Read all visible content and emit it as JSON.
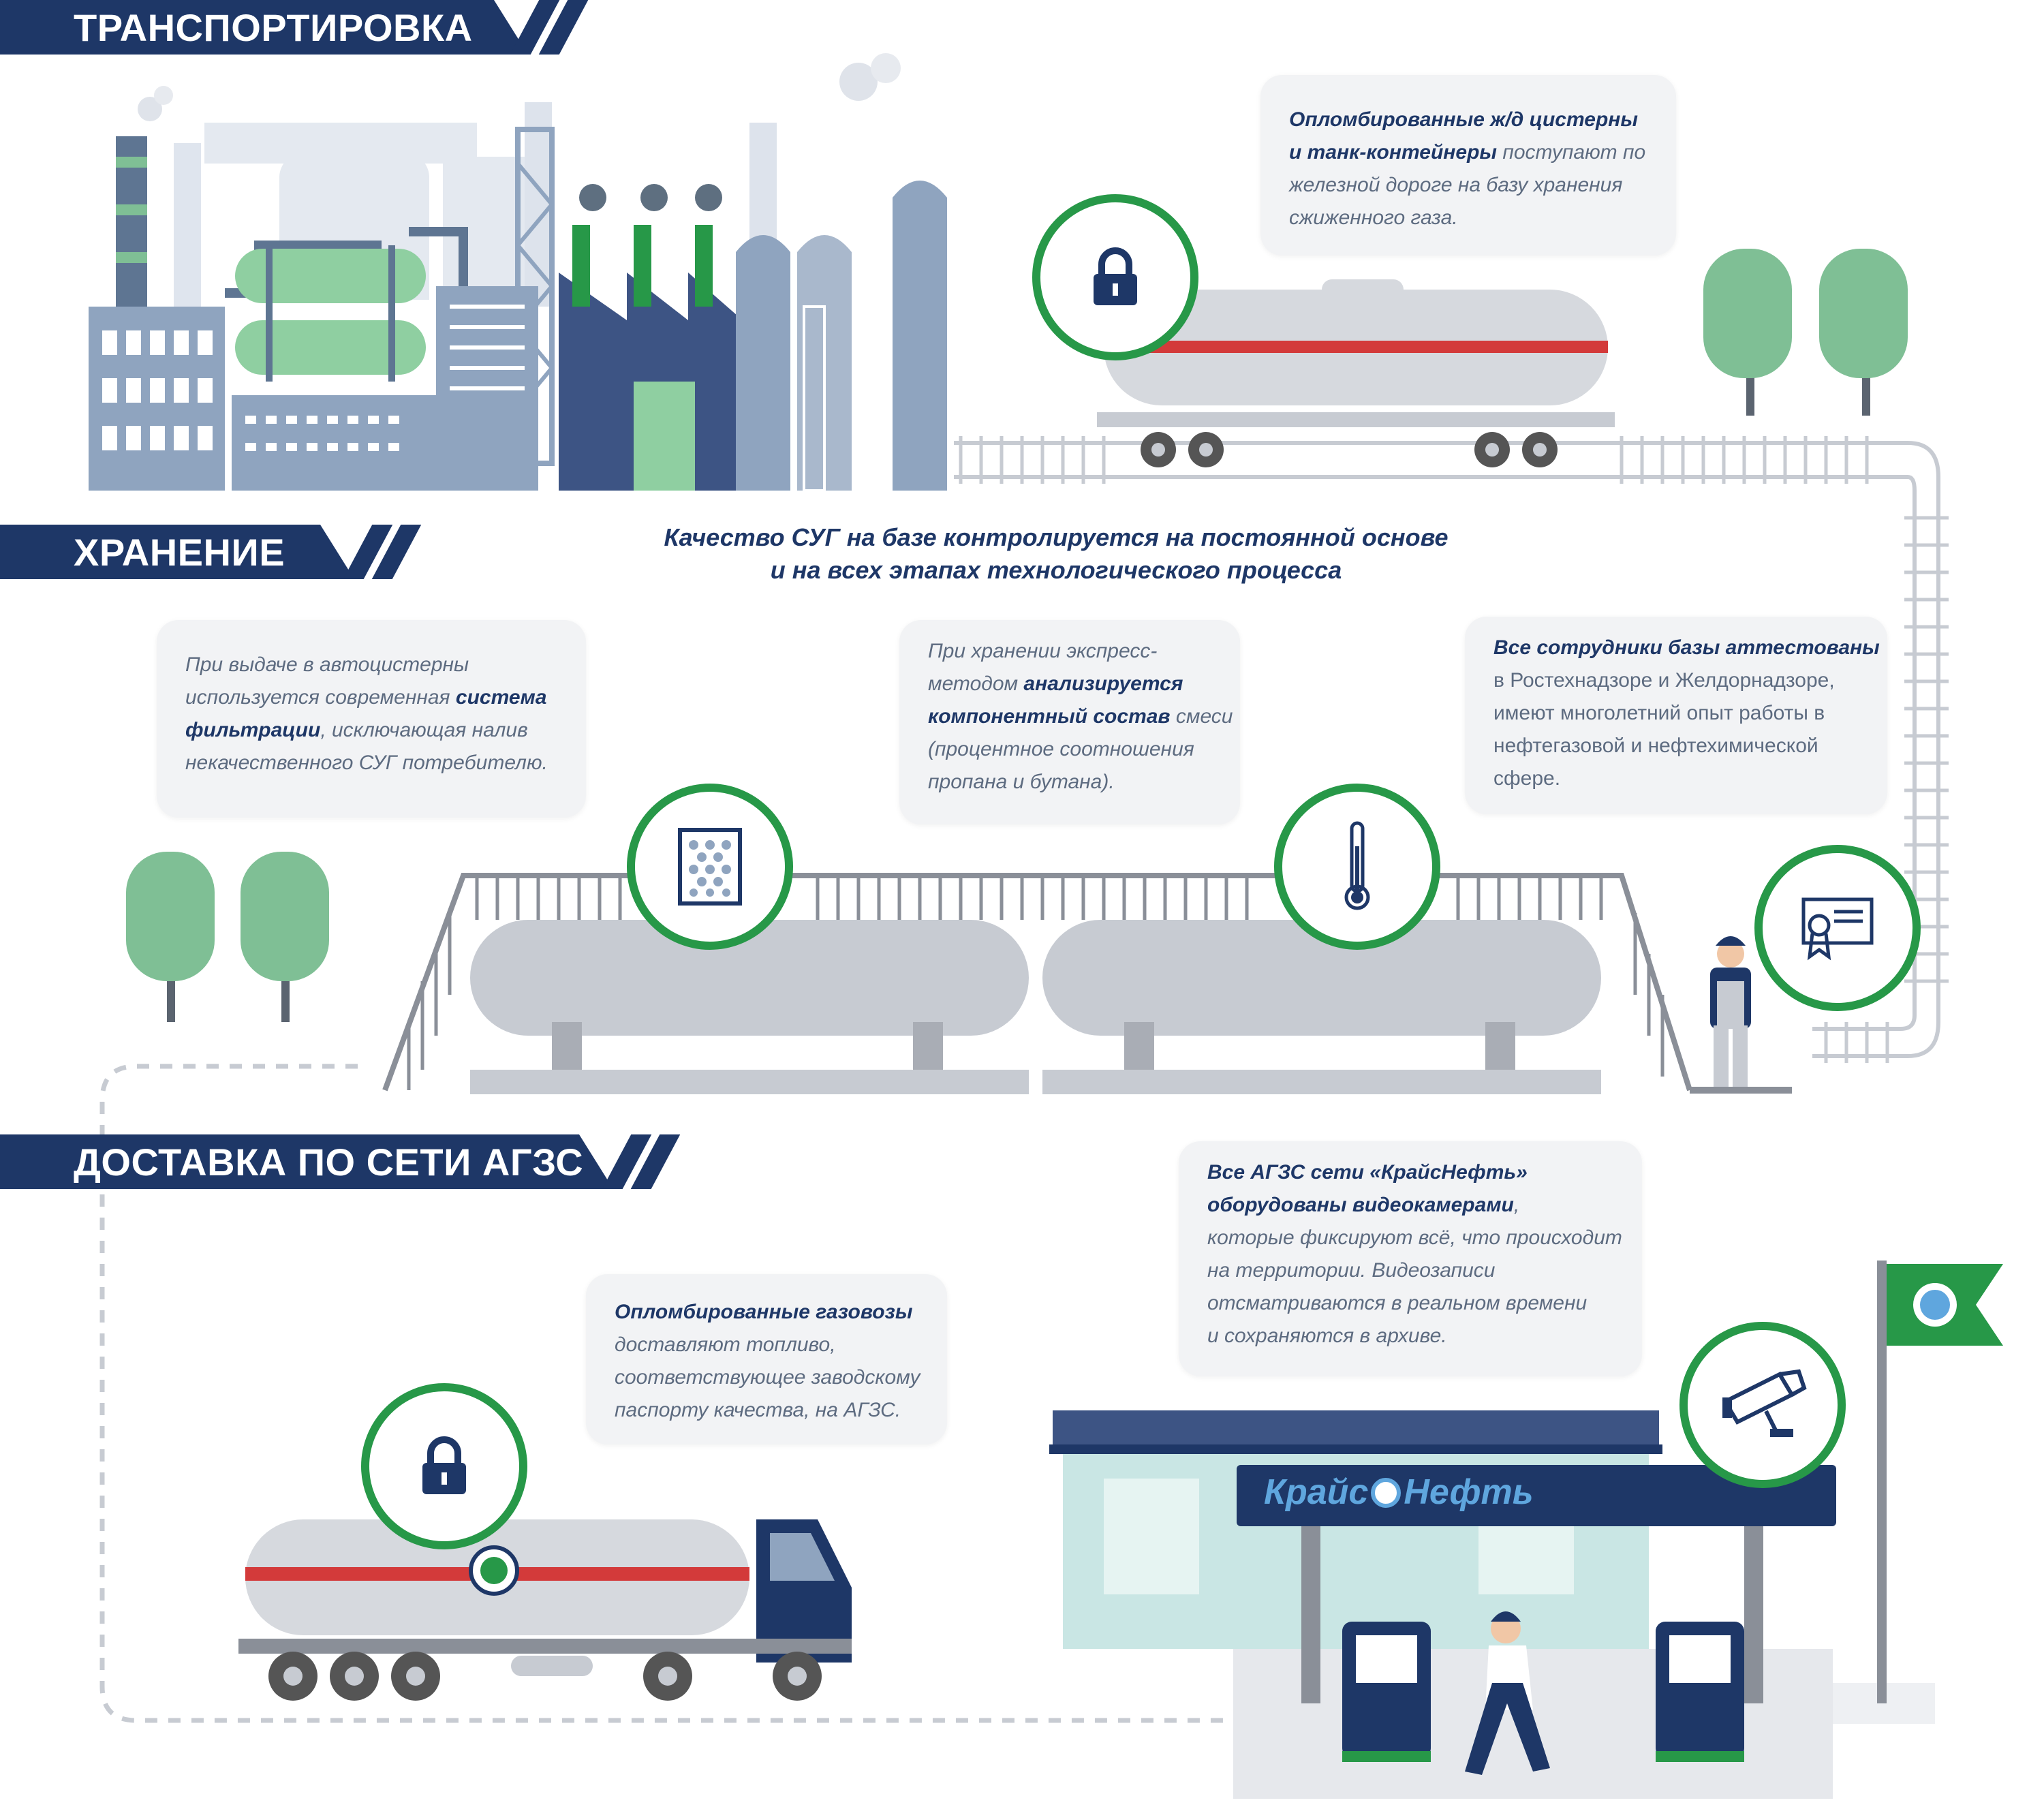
{
  "sections": {
    "transport": "ТРАНСПОРТИРОВКА",
    "storage": "ХРАНЕНИЕ",
    "delivery": "ДОСТАВКА ПО СЕТИ АГЗС"
  },
  "quality_note": {
    "line1": "Качество СУГ на базе контролируется на постоянной основе",
    "line2": "и на всех этапах технологического процесса"
  },
  "bubbles": {
    "rail": {
      "bold1": "Опломбированные ж/д цистерны",
      "bold2": "и танк-контейнеры",
      "rest1": " поступают по",
      "line3": "железной дороге на базу хранения",
      "line4": "сжиженного газа."
    },
    "filter": {
      "line1": "При выдаче в автоцистерны",
      "line2a": "используется современная ",
      "line2b": "система",
      "line3a": "фильтрации",
      "line3b": ", исключающая налив",
      "line4": "некачественного СУГ потребителю."
    },
    "analysis": {
      "line1": "При хранении экспресс-",
      "line2a": "методом ",
      "line2b": "анализируется",
      "line3a": "компонентный состав",
      "line3b": " смеси",
      "line4": "(процентное соотношения",
      "line5": "пропана и бутана)."
    },
    "staff": {
      "line1": "Все сотрудники базы аттестованы",
      "line2": "в Ростехнадзоре и Желдорнадзоре,",
      "line3": "имеют многолетний опыт работы в",
      "line4": "нефтегазовой и нефтехимической",
      "line5": "сфере."
    },
    "cameras": {
      "line1": "Все АГЗС сети «КрайсНефть»",
      "line2a": "оборудованы видеокамерами",
      "line2b": ",",
      "line3": "которые фиксируют всё, что происходит",
      "line4": "на территории. Видеозаписи",
      "line5": "отсматриваются в реальном времени",
      "line6": "и сохраняются в архиве."
    },
    "trucks": {
      "line1": "Опломбированные газовозы",
      "line2": "доставляют топливо,",
      "line3": "соответствующее заводскому",
      "line4": "паспорту качества, на АГЗС."
    }
  },
  "brand": {
    "part1": "Крайс",
    "part2": "Нефть"
  },
  "colors": {
    "navy": "#1e3767",
    "green": "#279848",
    "gray": "#c7cbd2",
    "light_gray": "#f2f3f5",
    "tree": "#7fbf95",
    "red_stripe": "#d33a3a",
    "factory_blue": "#8fa4bf"
  },
  "icons": [
    "lock-icon",
    "filter-icon",
    "thermometer-icon",
    "certificate-icon",
    "camera-icon",
    "lock-icon"
  ]
}
